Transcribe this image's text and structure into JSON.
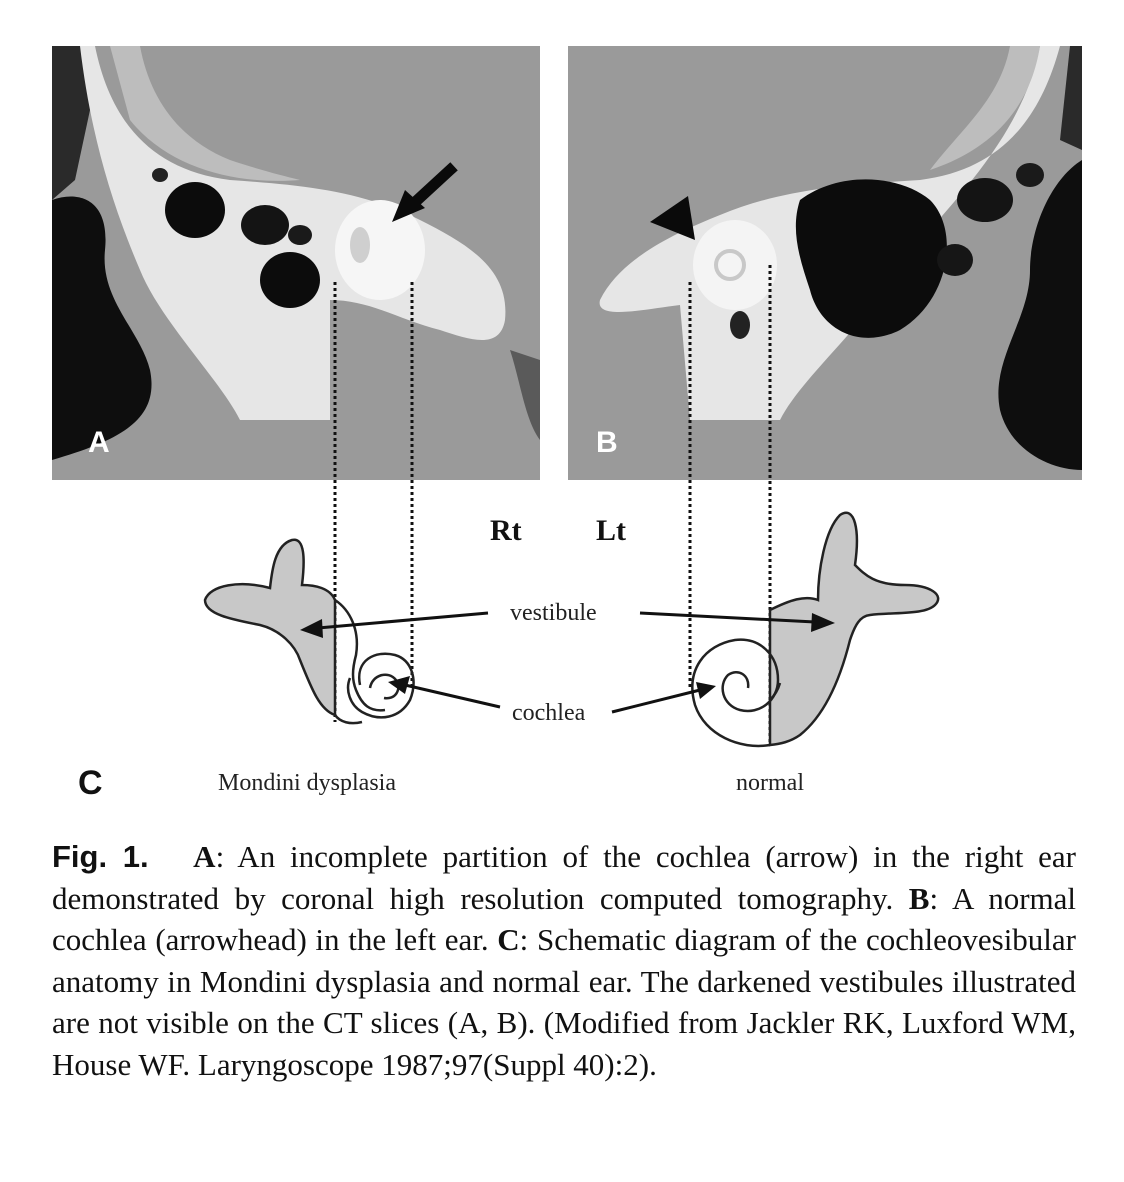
{
  "figure": {
    "panels": {
      "a_letter": "A",
      "b_letter": "B",
      "c_letter": "C"
    },
    "diagram": {
      "right_side": "Rt",
      "left_side": "Lt",
      "vestibule_label": "vestibule",
      "cochlea_label": "cochlea",
      "left_caption": "Mondini dysplasia",
      "right_caption": "normal"
    }
  },
  "caption": {
    "fig_label": "Fig. 1.",
    "a_key": "A",
    "a_text": ": An incomplete partition of the cochlea (arrow) in the right ear demonstrated by coronal high resolution computed tomography.",
    "b_key": "B",
    "b_text": ": A normal cochlea (arrowhead) in the left ear.",
    "c_key": "C",
    "c_text": ": Schematic diagram of the cochleovesibular anatomy in Mondini dysplasia and normal ear. The darkened vestibules illustrated are not visible on the CT slices (A, B). (Modified from Jackler RK, Luxford WM, House WF. Laryngoscope 1987;97(Suppl 40):2)."
  },
  "colors": {
    "ct_background": "#9a9a9a",
    "bone": "#ececec",
    "air": "#0c0c0c",
    "vestibule_fill": "#c8c8c8"
  }
}
